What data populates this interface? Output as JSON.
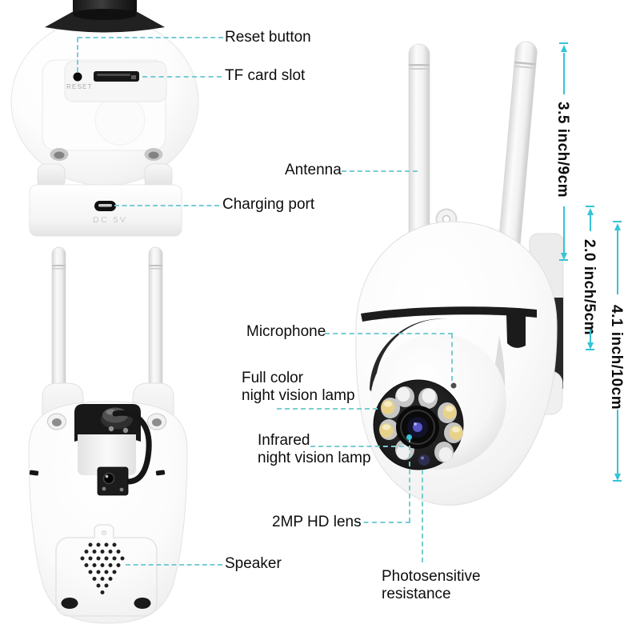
{
  "accent": {
    "leader_line_color": "#7accd3",
    "dimension_color": "#35c4d6",
    "label_color": "#0d0d0d"
  },
  "callouts": {
    "reset": "Reset button",
    "tf_card": "TF card slot",
    "antenna": "Antenna",
    "charging": "Charging port",
    "microphone": "Microphone",
    "full_color_line1": "Full color",
    "full_color_line2": "night vision lamp",
    "infrared_line1": "Infrared",
    "infrared_line2": "night vision lamp",
    "lens": "2MP HD lens",
    "speaker": "Speaker",
    "photosensitive_line1": "Photosensitive",
    "photosensitive_line2": "resistance"
  },
  "engravings": {
    "reset": "RESET",
    "power": "DC 5V"
  },
  "dimensions": {
    "antenna": "3.5 inch/9cm",
    "head": "2.0 inch/5cm",
    "body": "4.1 inch/10cm"
  }
}
